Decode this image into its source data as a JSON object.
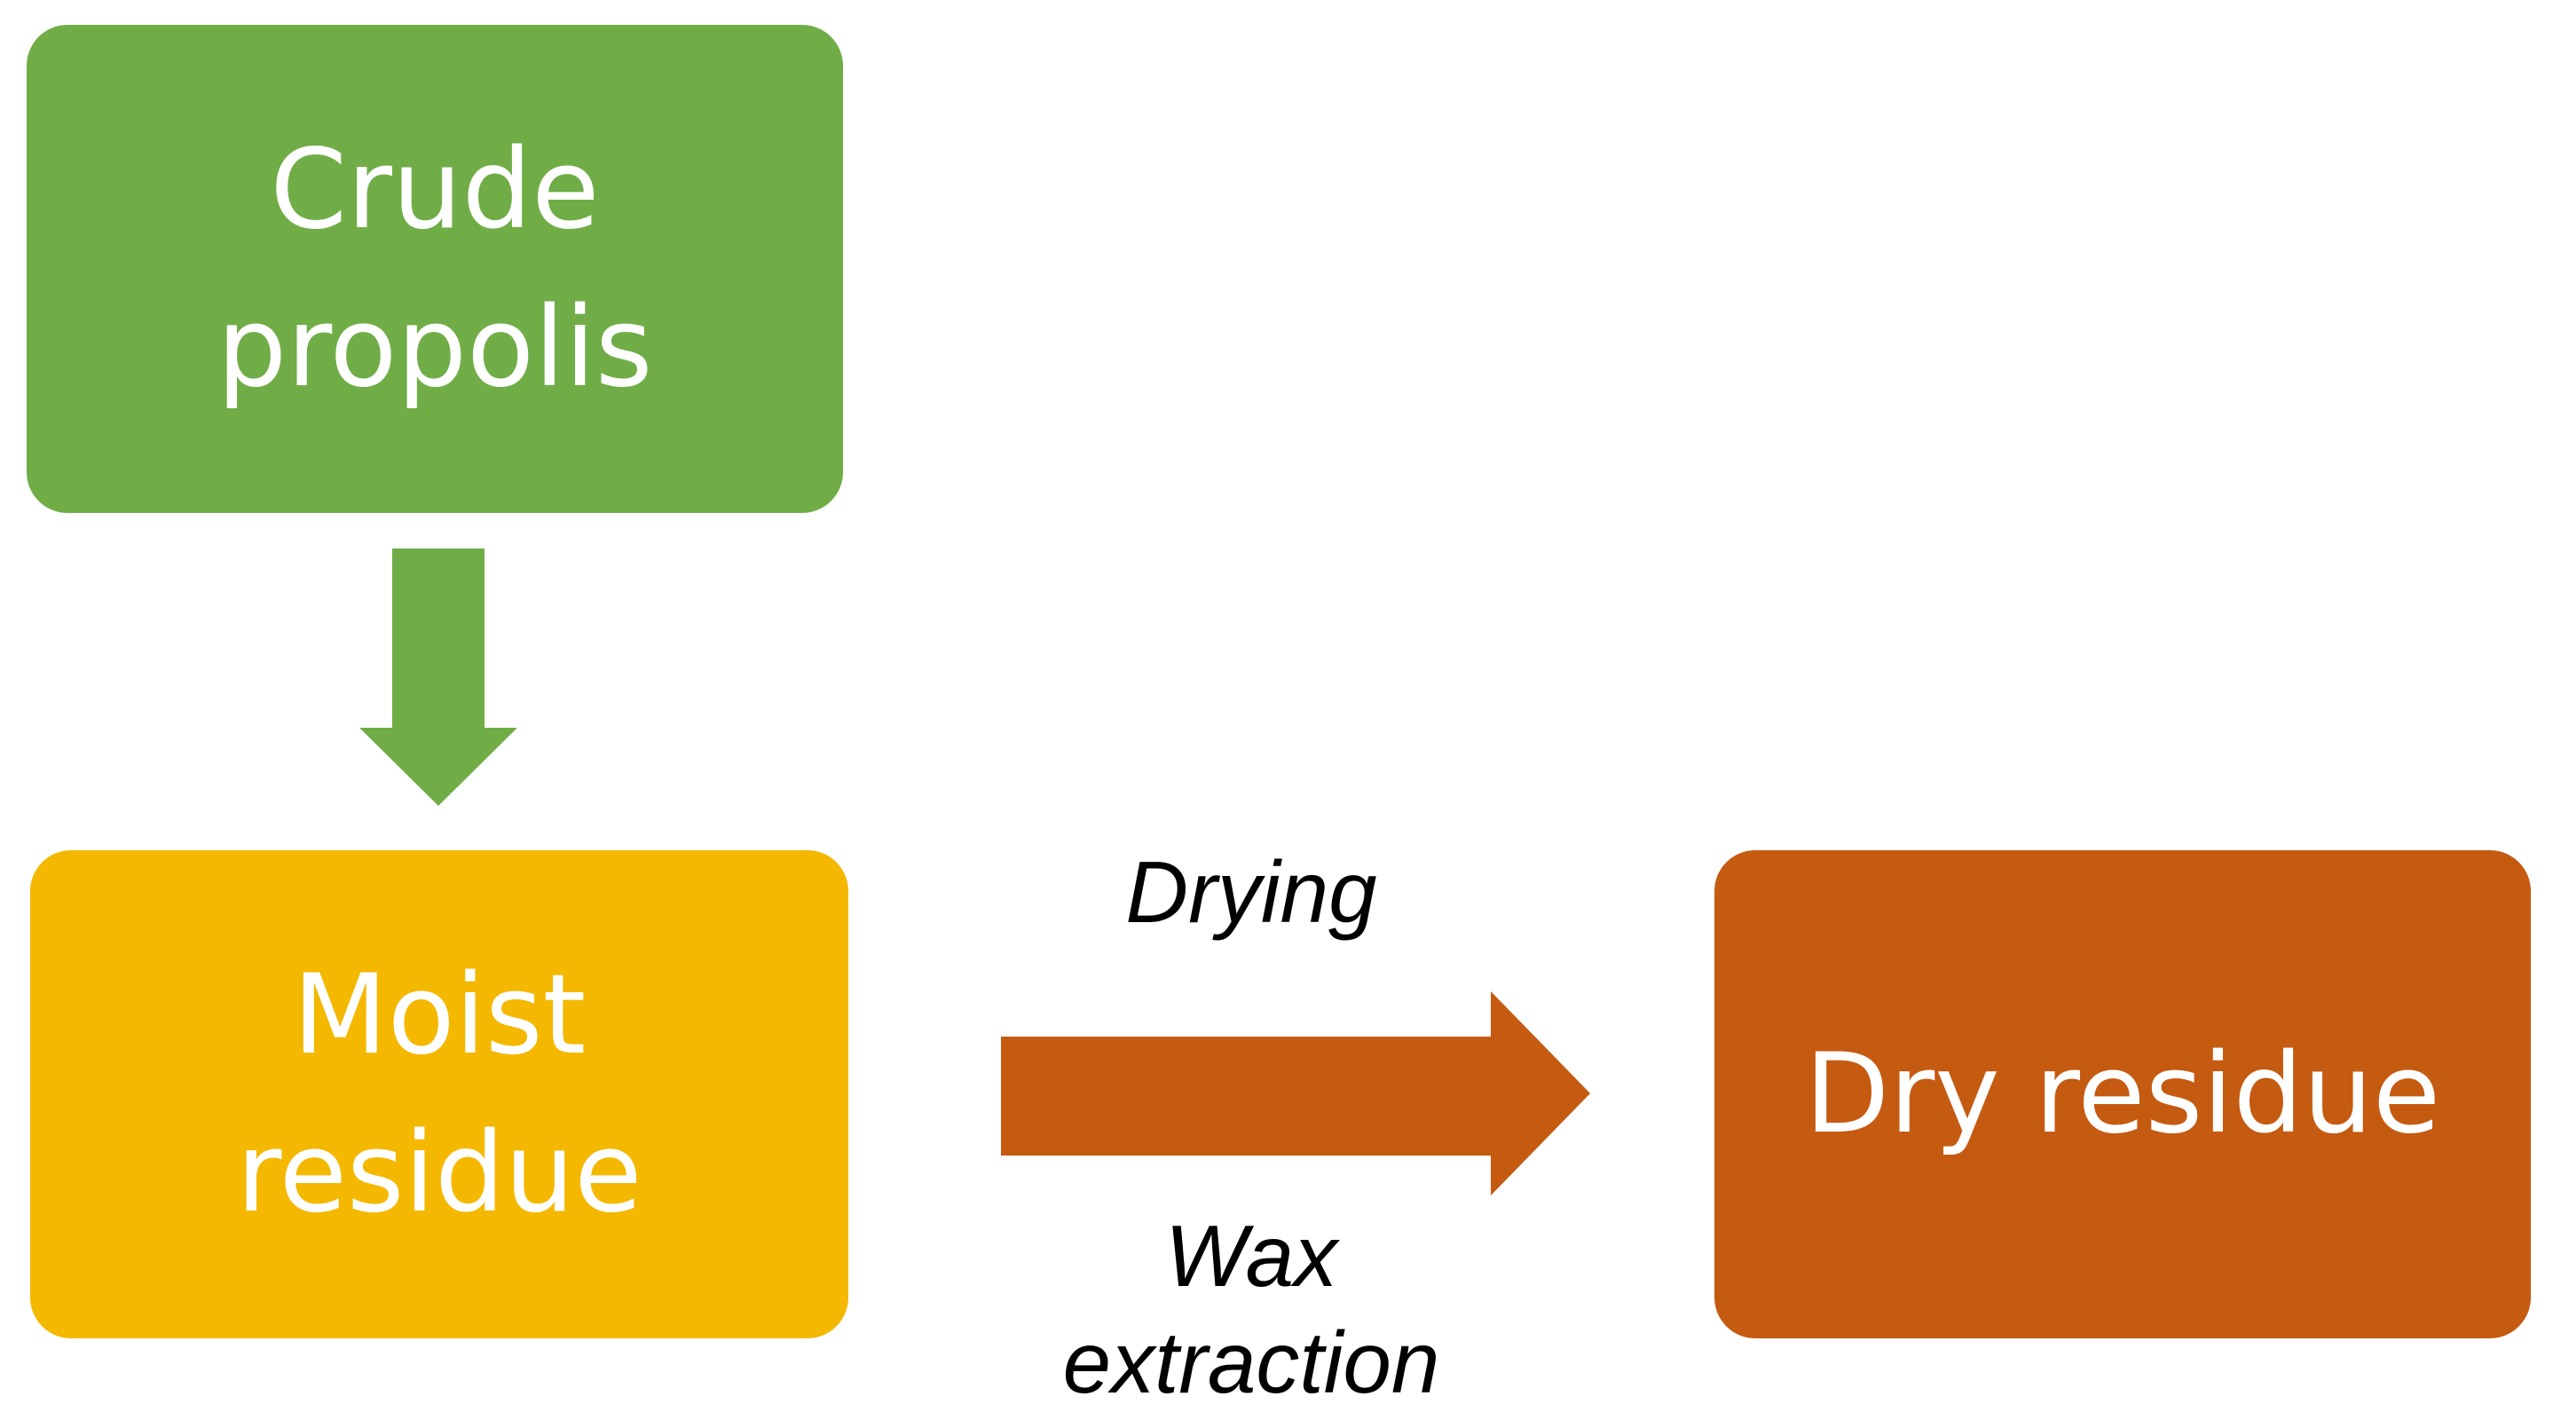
{
  "colors": {
    "green": "#70ad47",
    "yellow": "#f4b800",
    "orange": "#c55a11"
  },
  "nodes": {
    "crude_propolis": {
      "line1": "Crude",
      "line2": "propolis"
    },
    "moist_residue": {
      "line1": "Moist",
      "line2": "residue"
    },
    "dry_residue": {
      "line1": "Dry residue"
    }
  },
  "edges": {
    "moist_to_dry": {
      "label_above": "Drying",
      "label_below_line1": "Wax",
      "label_below_line2": "extraction"
    }
  }
}
